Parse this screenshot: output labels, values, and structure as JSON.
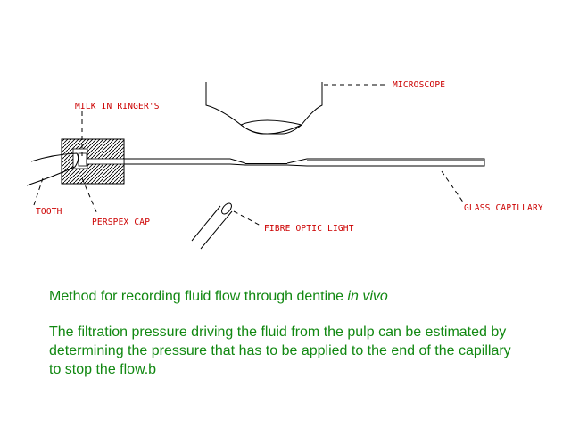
{
  "labels": {
    "microscope": "MICROSCOPE",
    "milk": "MILK IN RINGER'S",
    "tooth": "TOOTH",
    "perspex_cap": "PERSPEX CAP",
    "fibre_optic": "FIBRE OPTIC LIGHT",
    "glass_capillary": "GLASS CAPILLARY"
  },
  "caption": {
    "title_prefix": "Method for recording fluid flow through dentine ",
    "title_emphasis": "in vivo",
    "body": "The filtration pressure driving the fluid from the pulp can be estimated by determining the  pressure that has to be applied to the end of the capillary to stop the flow.b"
  },
  "colors": {
    "label_text": "#cc0000",
    "caption_text": "#118811",
    "lines": "#000000"
  }
}
